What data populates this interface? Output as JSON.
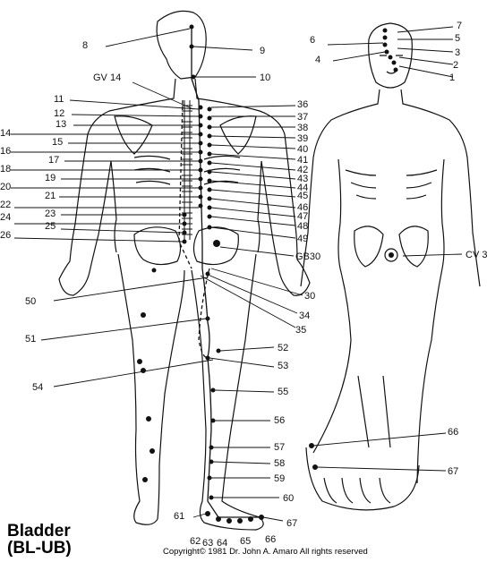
{
  "title": {
    "line1": "Bladder",
    "line2": "(BL-UB)"
  },
  "copyright": "Copyright© 1981  Dr. John A. Amaro All rights reserved",
  "points": {
    "p1": "1",
    "p2": "2",
    "p3": "3",
    "p4": "4",
    "p5": "5",
    "p6": "6",
    "p7": "7",
    "p8": "8",
    "p9": "9",
    "p10": "10",
    "p11": "11",
    "p12": "12",
    "p13": "13",
    "p14": "14",
    "p15": "15",
    "p16": "16",
    "p17": "17",
    "p18": "18",
    "p19": "19",
    "p20": "20",
    "p21": "21",
    "p22": "22",
    "p23": "23",
    "p24": "24",
    "p25": "25",
    "p26": "26",
    "p30": "30",
    "p34": "34",
    "p35": "35",
    "p36": "36",
    "p37": "37",
    "p38": "38",
    "p39": "39",
    "p40": "40",
    "p41": "41",
    "p42": "42",
    "p43": "43",
    "p44": "44",
    "p45": "45",
    "p46": "46",
    "p47": "47",
    "p48": "48",
    "p49": "49",
    "p50": "50",
    "p51": "51",
    "p52": "52",
    "p53": "53",
    "p54": "54",
    "p55": "55",
    "p56": "56",
    "p57": "57",
    "p58": "58",
    "p59": "59",
    "p60": "60",
    "p61": "61",
    "p62": "62",
    "p63": "63",
    "p64": "64",
    "p65": "65",
    "p66": "66",
    "p67": "67",
    "p66b": "66",
    "p67b": "67",
    "gv14": "GV 14",
    "gb30": "GB30",
    "cv3": "CV 3"
  }
}
